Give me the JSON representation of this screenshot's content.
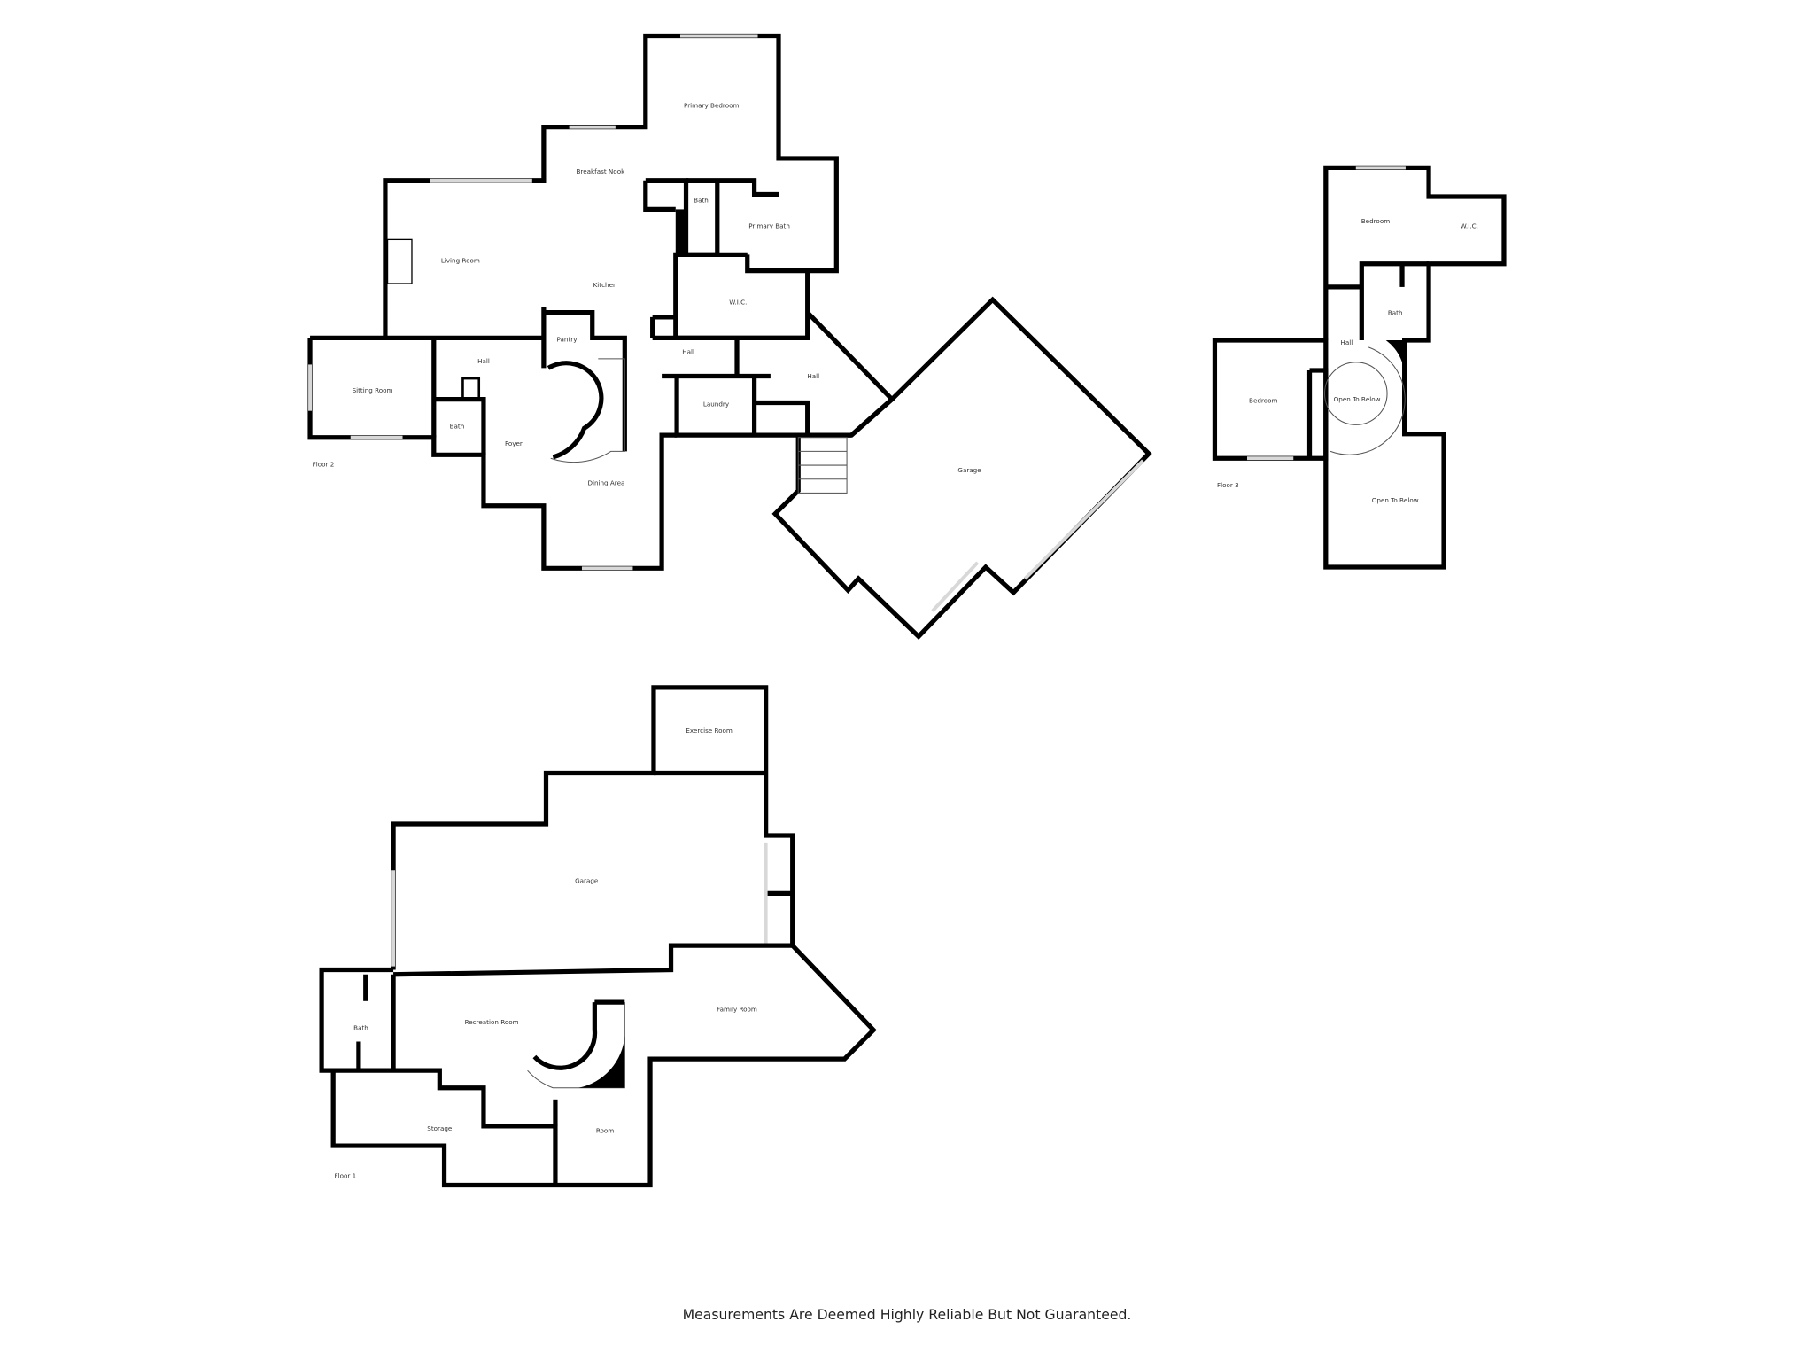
{
  "floor2": {
    "label": "Floor 2",
    "rooms": [
      "Primary Bedroom",
      "Breakfast Nook",
      "Bath",
      "Primary Bath",
      "Living Room",
      "Kitchen",
      "W.I.C.",
      "Pantry",
      "Hall",
      "Hall",
      "Hall",
      "Sitting Room",
      "Bath",
      "Laundry",
      "Foyer",
      "Dining Area",
      "Garage"
    ]
  },
  "floor3": {
    "label": "Floor 3",
    "rooms": [
      "Bedroom",
      "W.I.C.",
      "Bath",
      "Hall",
      "Bedroom",
      "Open To Below",
      "Open To Below"
    ]
  },
  "floor1": {
    "label": "Floor 1",
    "rooms": [
      "Exercise Room",
      "Garage",
      "Bath",
      "Recreation Room",
      "Family Room",
      "Storage",
      "Room"
    ]
  },
  "footer": "Measurements Are Deemed Highly Reliable But Not Guaranteed."
}
